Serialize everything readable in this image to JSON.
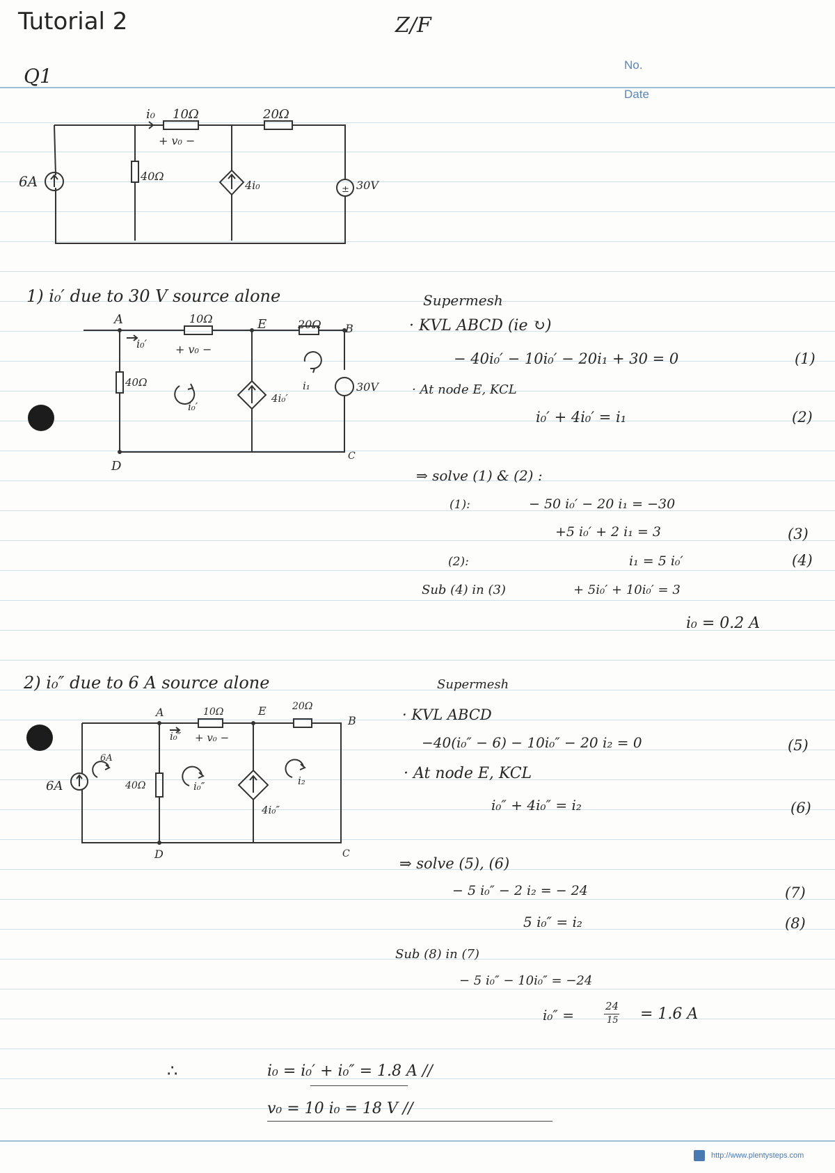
{
  "header": {
    "title": "Tutorial 2",
    "mark": "Z/F",
    "no_label": "No.",
    "date_label": "Date",
    "question": "Q1"
  },
  "circuit_main": {
    "labels": [
      "i₀",
      "10Ω",
      "20Ω",
      "+ v₀ −",
      "6A",
      "40Ω",
      "4i₀",
      "30V"
    ]
  },
  "part1": {
    "heading": "1)  i₀′  due  to  30 V  source  alone",
    "circuit_labels": [
      "A",
      "10Ω",
      "E",
      "20Ω",
      "B",
      "i₀′",
      "+ v₀ −",
      "40Ω",
      "i₀′",
      "i₁",
      "4i₀′",
      "30V",
      "D",
      "C"
    ],
    "method": "Supermesh",
    "kvl_line": "· KVL  ABCD (ie ↻)",
    "eq1": "− 40i₀′ − 10i₀′ − 20i₁ + 30 = 0",
    "eq1_no": "(1)",
    "kcl_line": "· At node E, KCL",
    "eq2": "i₀′ + 4i₀′ = i₁",
    "eq2_no": "(2)",
    "solve_line": "⇒ solve  (1) & (2) :",
    "s1_label": "(1):",
    "s1_eq": "− 50 i₀′ − 20 i₁ = −30",
    "eq3": "+5 i₀′ + 2 i₁ = 3",
    "eq3_no": "(3)",
    "s2_label": "(2):",
    "eq4": "i₁ = 5 i₀′",
    "eq4_no": "(4)",
    "sub_label": "Sub (4) in (3)",
    "sub_eq": "+ 5i₀′ + 10i₀′ = 3",
    "result": "i₀ = 0.2  A"
  },
  "part2": {
    "heading": "2)  i₀″  due  to  6 A  source  alone",
    "circuit_labels": [
      "A",
      "10Ω",
      "E",
      "20Ω",
      "B",
      "i₀″",
      "+ v₀ −",
      "6A",
      "6A",
      "40Ω",
      "i₀″",
      "i₂",
      "4i₀″",
      "D",
      "C"
    ],
    "method": "Supermesh",
    "kvl_line": "· KVL  ABCD",
    "eq5": "−40(i₀″ − 6)  − 10i₀″ − 20 i₂ = 0",
    "eq5_no": "(5)",
    "kcl_line": "· At node E, KCL",
    "eq6": "i₀″ + 4i₀″ = i₂",
    "eq6_no": "(6)",
    "solve_line": "⇒ solve  (5), (6)",
    "eq7": "− 5 i₀″ − 2 i₂ = − 24",
    "eq7_no": "(7)",
    "eq8": "5 i₀″ = i₂",
    "eq8_no": "(8)",
    "sub_label": "Sub (8) in (7)",
    "sub_eq": "− 5 i₀″ − 10i₀″ = −24",
    "result_lhs": "i₀″ =",
    "result_frac_num": "24",
    "result_frac_den": "15",
    "result_rhs": "= 1.6 A"
  },
  "conclusion": {
    "therefore": "∴",
    "line1": "i₀ =  i₀′ + i₀″  =  1.8 A  //",
    "line2": "v₀ =  10 i₀  =  18  V //"
  },
  "footer": {
    "url": "http://www.plentysteps.com"
  }
}
